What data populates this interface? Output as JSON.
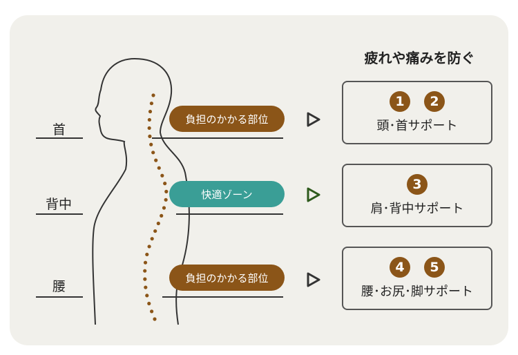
{
  "title": "疲れや痛みを防ぐ",
  "body_labels": [
    "首",
    "背中",
    "腰"
  ],
  "zones": [
    {
      "label": "負担のかかる部位",
      "color": "#8b5518"
    },
    {
      "label": "快適ゾーン",
      "color": "#3a9e96"
    },
    {
      "label": "負担のかかる部位",
      "color": "#8b5518"
    }
  ],
  "supports": [
    {
      "numbers": [
        "1",
        "2"
      ],
      "label": "頭･首サポート"
    },
    {
      "numbers": [
        "3"
      ],
      "label": "肩･背中サポート"
    },
    {
      "numbers": [
        "4",
        "5"
      ],
      "label": "腰･お尻･脚サポート"
    }
  ],
  "colors": {
    "accent": "#8b5518",
    "teal": "#3a9e96",
    "arrow_mid": "#2e5a1c"
  }
}
